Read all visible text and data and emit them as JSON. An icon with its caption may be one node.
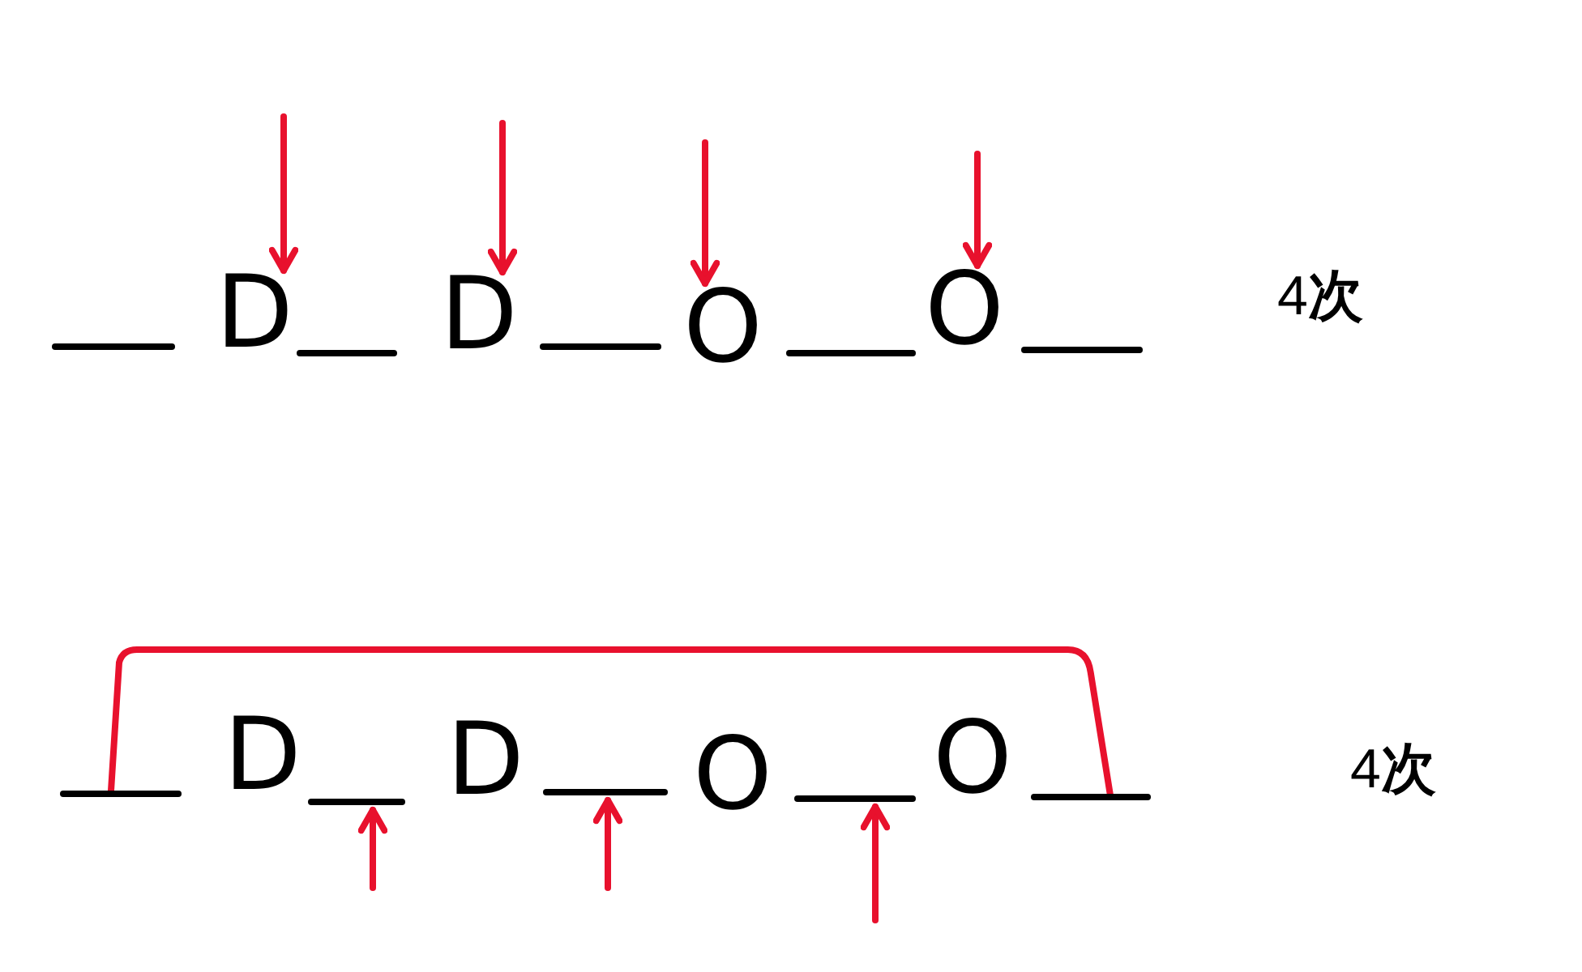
{
  "diagram": {
    "nodes": [
      {
        "text": [],
        "shape": "line"
      },
      {
        "text": [
          "D"
        ]
      },
      {
        "text": [],
        "shape": "line"
      },
      {
        "text": [
          "D"
        ]
      },
      {
        "text": [],
        "shape": "line"
      },
      {
        "text": [
          "O"
        ]
      },
      {
        "text": [],
        "shape": "line"
      },
      {
        "text": [
          "O"
        ]
      },
      {
        "text": [],
        "shape": "line"
      },
      {
        "text": [],
        "shape": "line"
      },
      {
        "text": [
          "D"
        ]
      },
      {
        "text": [],
        "shape": "line"
      },
      {
        "text": [
          "D"
        ]
      },
      {
        "text": [],
        "shape": "line"
      },
      {
        "text": [
          "O"
        ]
      },
      {
        "text": [],
        "shape": "line"
      },
      {
        "text": [
          "O"
        ]
      },
      {
        "text": [],
        "shape": "line"
      }
    ],
    "edges": [
      {
        "from": null,
        "to": 1,
        "arrow": "to"
      },
      {
        "from": null,
        "to": 3,
        "arrow": "to"
      },
      {
        "from": null,
        "to": 5,
        "arrow": "to"
      },
      {
        "from": null,
        "to": 7,
        "arrow": "to"
      },
      {
        "from": 9,
        "to": 17,
        "arrow": "none"
      },
      {
        "from": null,
        "to": 11,
        "arrow": "to"
      },
      {
        "from": null,
        "to": 13,
        "arrow": "to"
      },
      {
        "from": null,
        "to": 15,
        "arrow": "to"
      }
    ],
    "labels": [
      "4**次**",
      "4**次**"
    ]
  }
}
